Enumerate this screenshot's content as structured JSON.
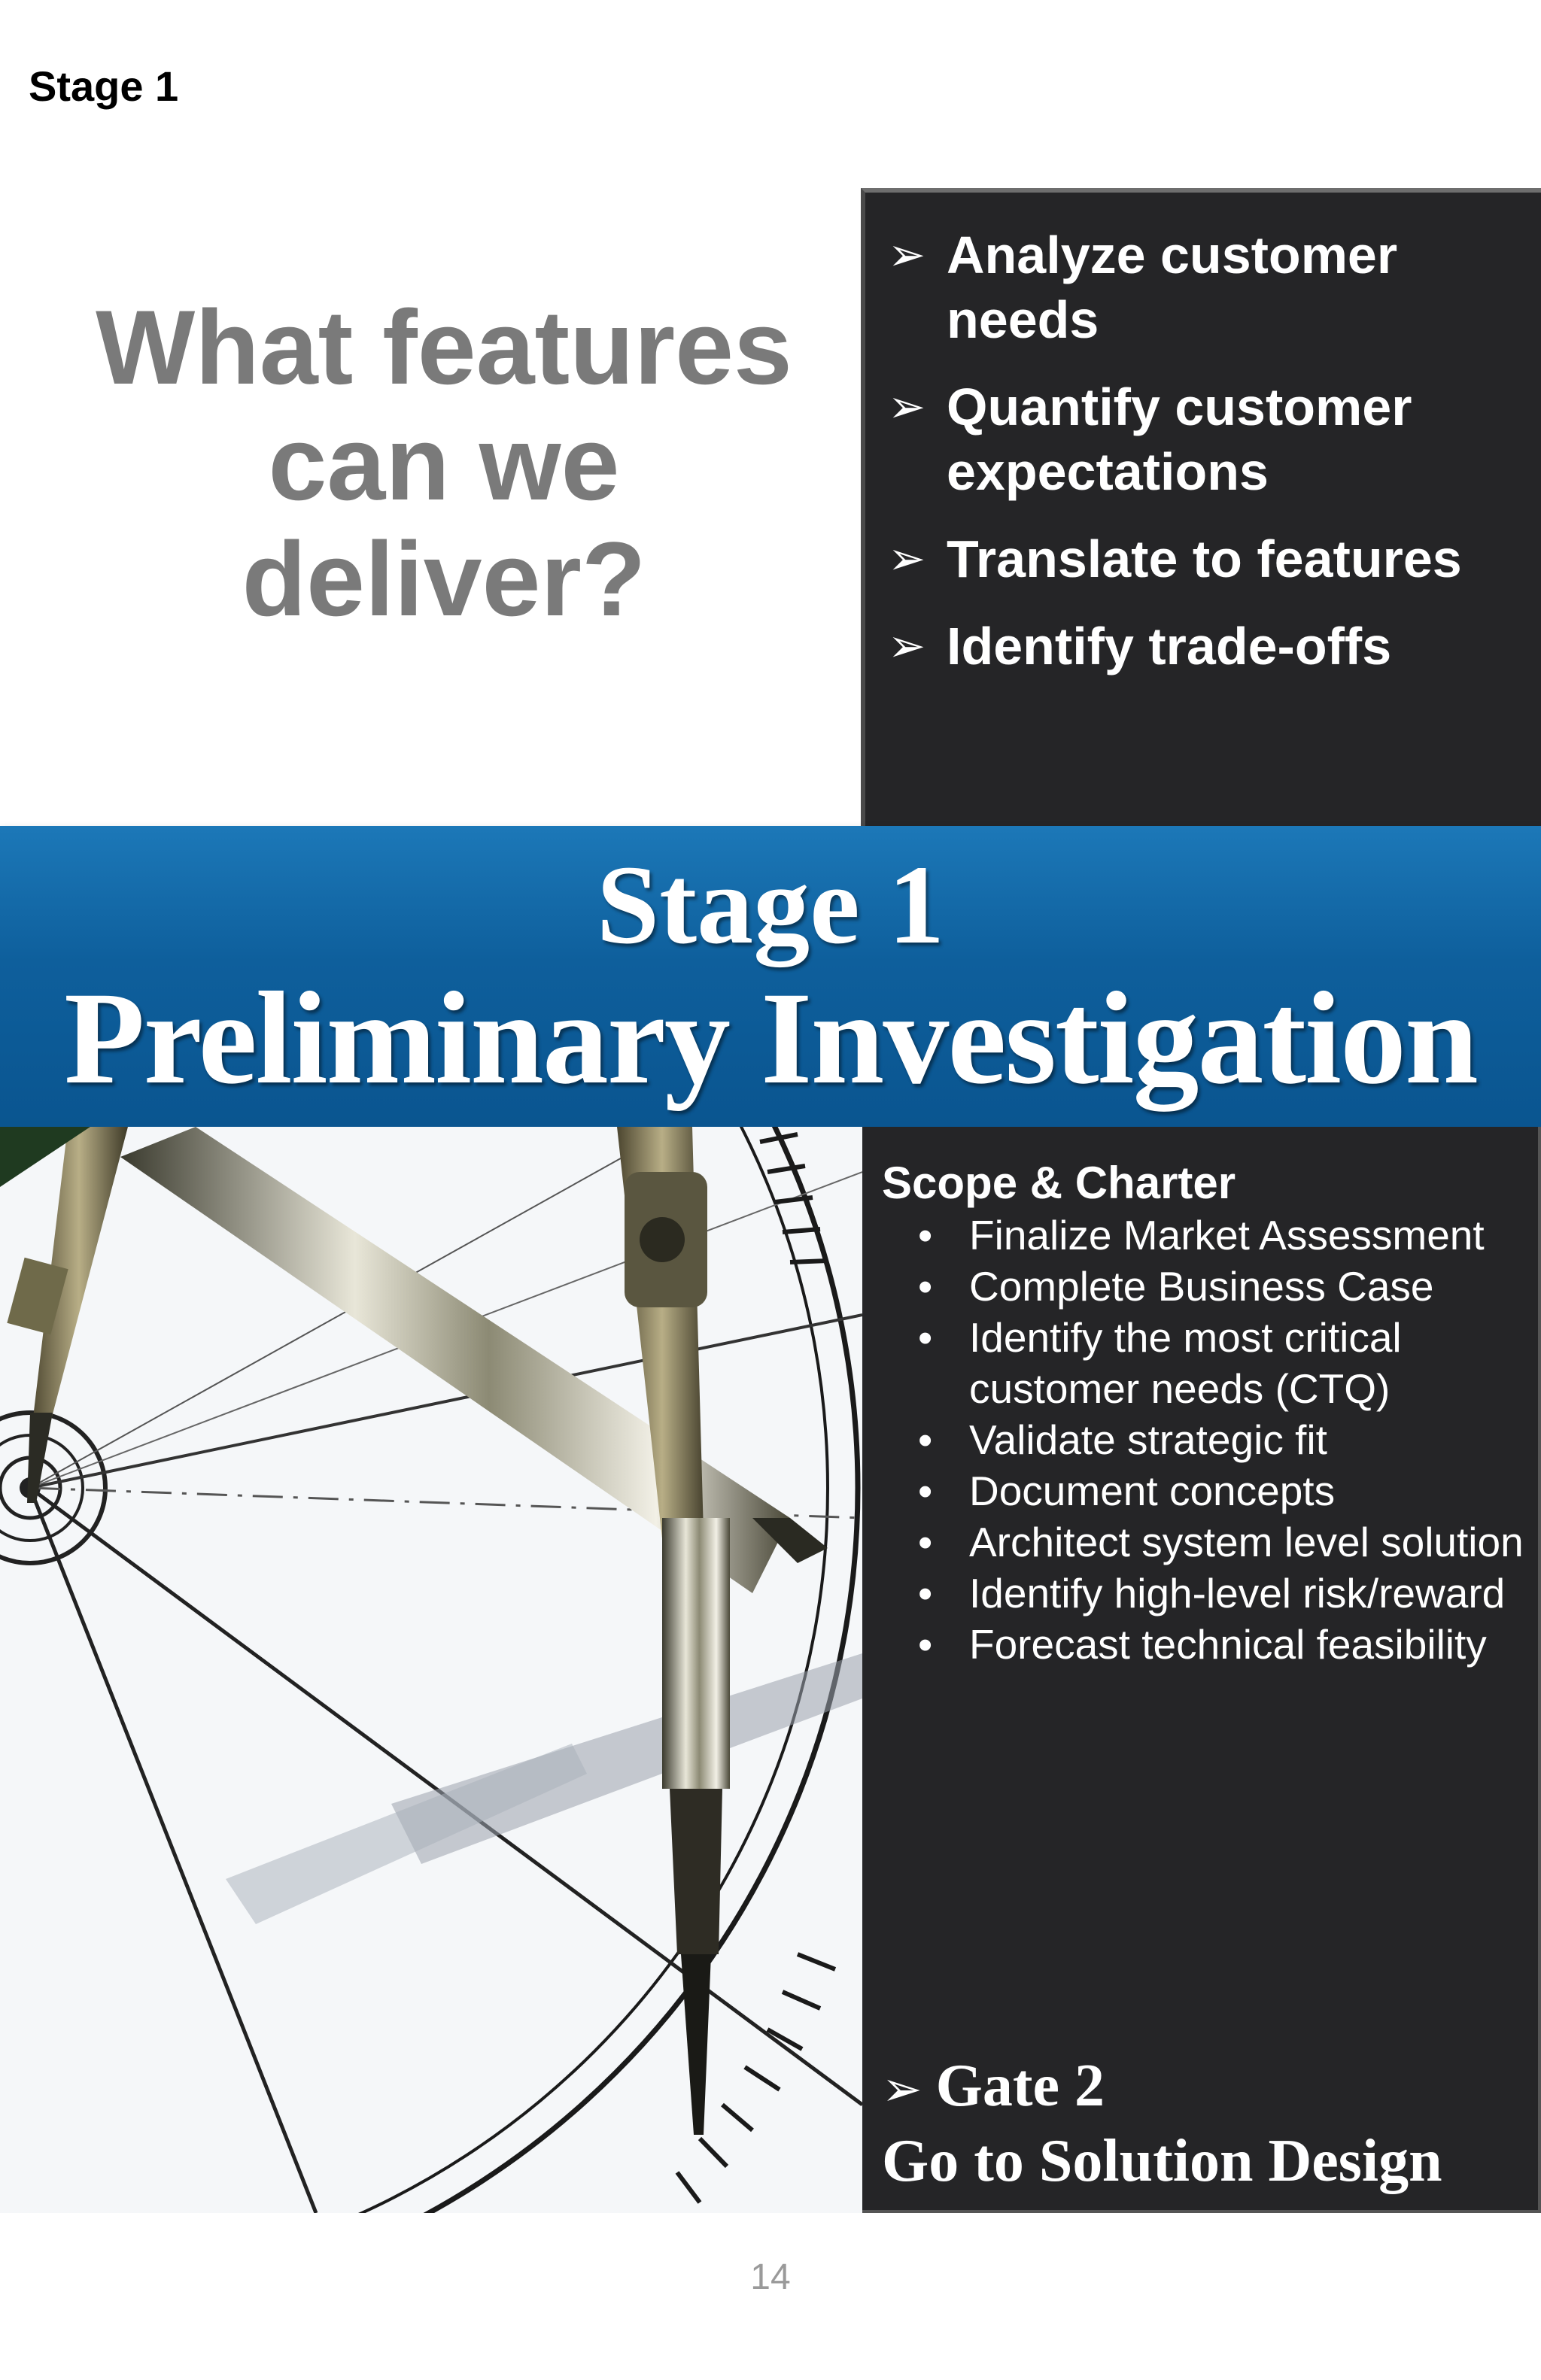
{
  "page": {
    "stage_label": "Stage 1",
    "page_number": "14"
  },
  "question": {
    "lines": [
      "What features",
      "can we",
      "deliver?"
    ]
  },
  "top_panel": {
    "arrow_glyph": "➢",
    "items": [
      "Analyze customer needs",
      "Quantify customer expectations",
      "Translate to features",
      "Identify trade-offs"
    ]
  },
  "banner": {
    "stage": "Stage 1",
    "title": "Preliminary Investigation",
    "color": "#0e5f9c"
  },
  "scope": {
    "heading": "Scope & Charter",
    "bullet_glyph": "•",
    "items": [
      "Finalize Market Assessment",
      "Complete Business Case",
      "Identify the most critical customer needs (CTQ)",
      "Validate strategic fit",
      "Document concepts",
      "Architect system level solution",
      "Identify high-level risk/reward",
      "Forecast technical feasibility"
    ]
  },
  "gate": {
    "arrow_glyph": "➢",
    "title": "Gate 2",
    "subtitle": "Go to Solution Design"
  },
  "colors": {
    "panel": "#252527",
    "headline_gray": "#7a7a7a"
  }
}
